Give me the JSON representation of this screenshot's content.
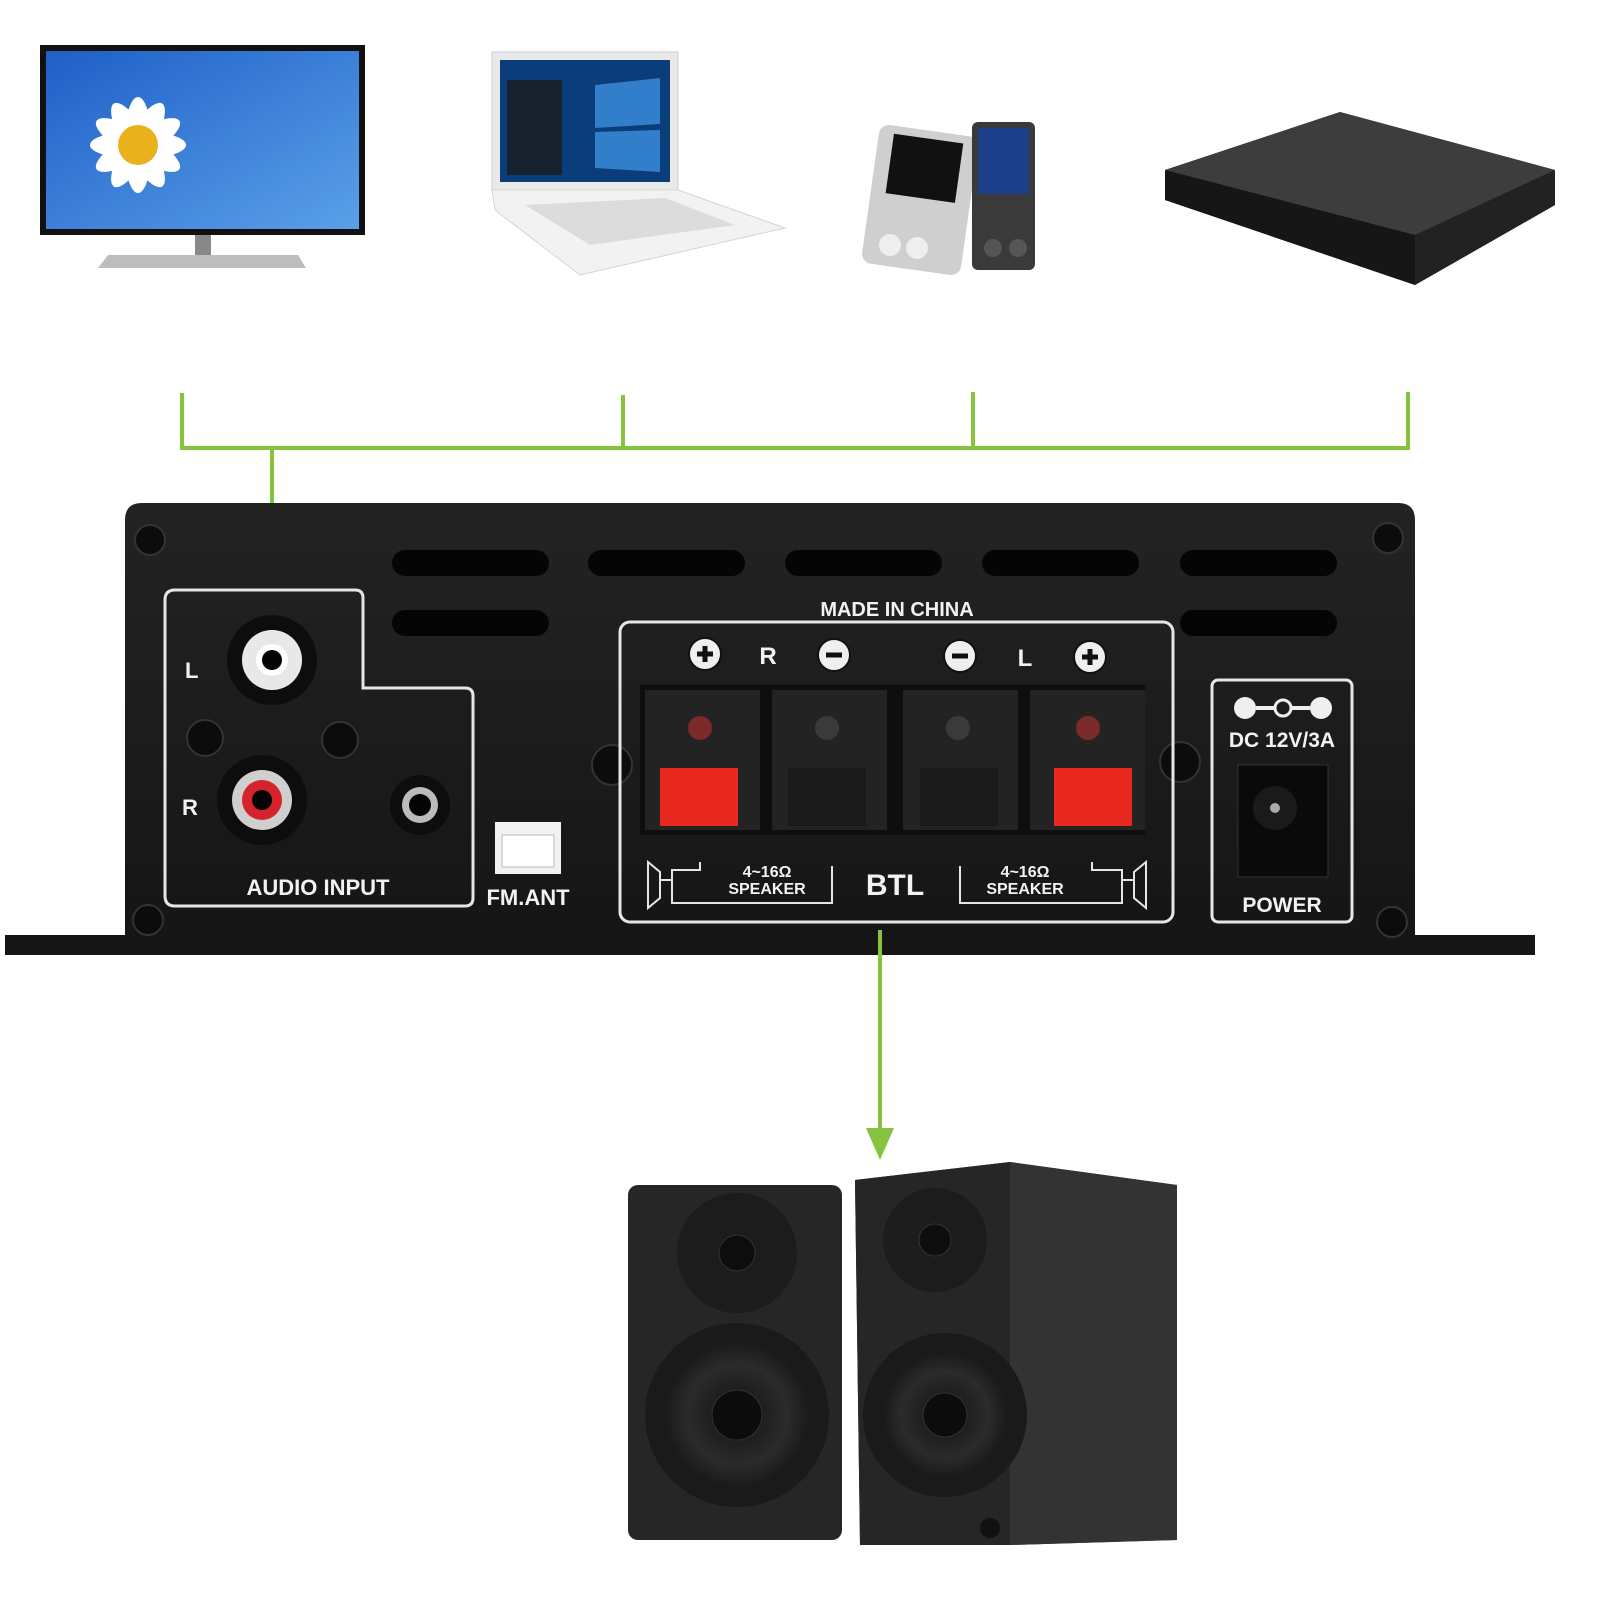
{
  "colors": {
    "connector_line": "#86c43f",
    "panel": "#1c1c1c",
    "terminal_red": "#e8281e"
  },
  "sources": [
    {
      "name": "tv"
    },
    {
      "name": "laptop"
    },
    {
      "name": "mp3-players"
    },
    {
      "name": "dvd-player"
    }
  ],
  "amplifier": {
    "made_in": "MADE IN CHINA",
    "audio_input": {
      "label": "AUDIO INPUT",
      "left": "L",
      "right": "R"
    },
    "fm_ant": "FM.ANT",
    "speaker_terminals": {
      "right_channel": "R",
      "left_channel": "L",
      "impedance_right": "4~16Ω",
      "speaker_right": "SPEAKER",
      "impedance_left": "4~16Ω",
      "speaker_left": "SPEAKER",
      "mode": "BTL"
    },
    "power": {
      "rating": "DC 12V/3A",
      "label": "POWER"
    }
  },
  "output": {
    "name": "bookshelf-speakers"
  }
}
